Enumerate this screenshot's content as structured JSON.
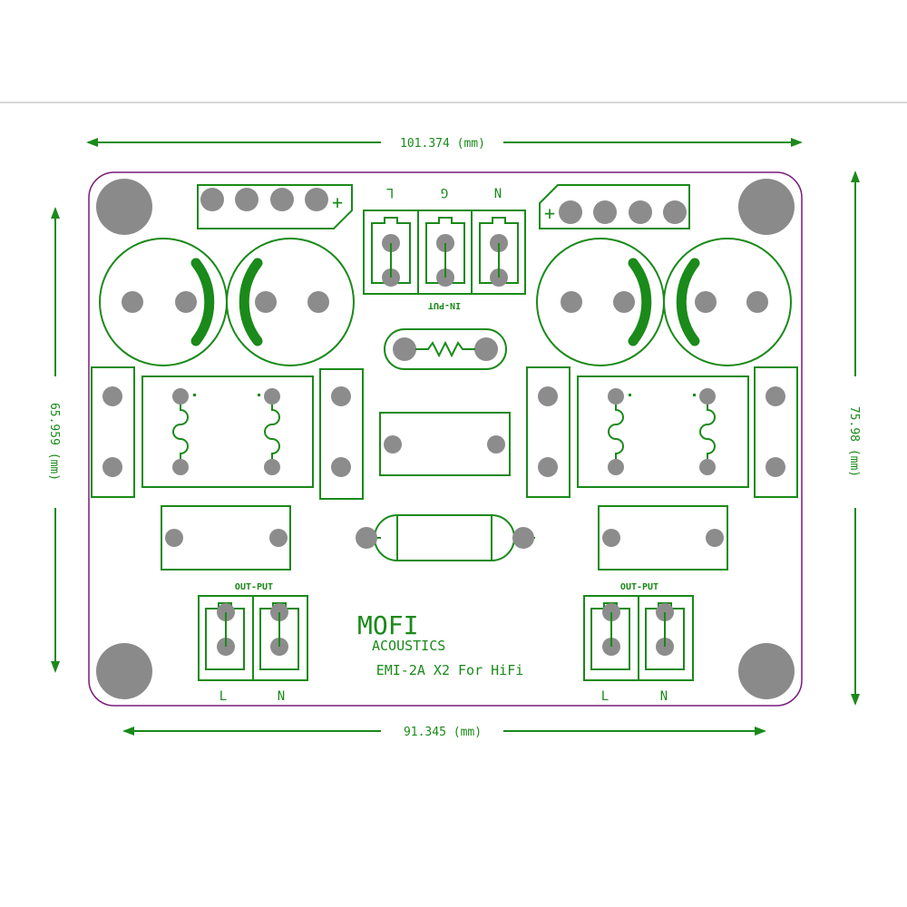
{
  "dimensions": {
    "top_width": "101.374 (mm)",
    "bottom_width": "91.345 (mm)",
    "left_height": "65.959 (mm)",
    "right_height": "75.98 (mm)"
  },
  "connectors": {
    "input_labels": [
      "L",
      "G",
      "N"
    ],
    "input_title": "IN-PUT",
    "output_title": "OUT-PUT",
    "output_left_labels": [
      "L",
      "N"
    ],
    "output_right_labels": [
      "L",
      "N"
    ],
    "plus_sign": "+"
  },
  "branding": {
    "logo_mofi": "MOFI",
    "logo_acoustics": "ACOUSTICS",
    "product": "EMI-2A X2 For HiFi"
  },
  "colors": {
    "silkscreen": "#1a8a1a",
    "board_outline": "#7a1a7a",
    "pad": "#8c8c8c",
    "top_rule": "#b0b0b0"
  }
}
